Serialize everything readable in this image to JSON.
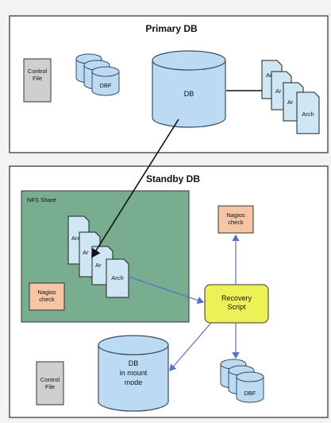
{
  "primary": {
    "title": "Primary DB",
    "control_file": "Control\nFile",
    "dbf": "DBF",
    "db": "DB",
    "arch": [
      "Arc",
      "Ar",
      "Ar",
      "Arch"
    ]
  },
  "standby": {
    "title": "Standby DB",
    "nfs_share": "NFS Share",
    "arch": [
      "Arc",
      "Ar",
      "Ar",
      "Arch"
    ],
    "nagios_inner": "Nagios\ncheck",
    "nagios_top": "Nagios\ncheck",
    "recovery": "Recovery\nScript",
    "db_mount": "DB\nin mount\nmode",
    "control_file": "Control\nFile",
    "dbf": "DBF"
  },
  "colors": {
    "panel_border": "#555555",
    "cylinder_fill": "#bcdaf1",
    "cylinder_stroke": "#3a4d61",
    "control_fill": "#cfcfcf",
    "nfs_fill": "#78ad8f",
    "nagios_fill": "#f5c6a5",
    "recovery_fill": "#ecf156",
    "arrow_black": "#111111",
    "arrow_blue": "#5a6fc8"
  },
  "icons": [
    "cylinder-icon",
    "document-stack-icon",
    "arrow-icon"
  ]
}
